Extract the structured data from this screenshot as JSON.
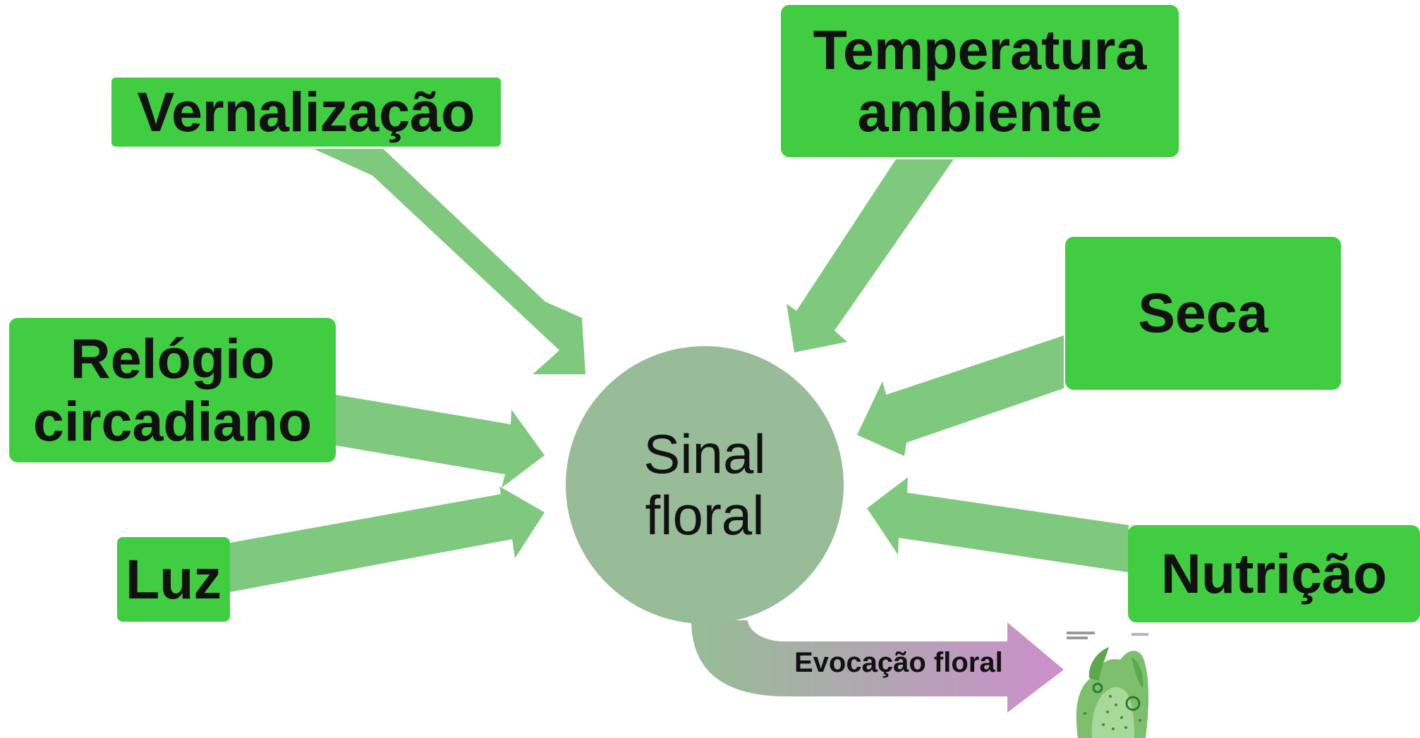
{
  "colors": {
    "box": "#41cd41",
    "arrow": "#7fc97f",
    "center": "#98bb98",
    "evocation_start": "#98bb98",
    "evocation_end": "#cc8fcc",
    "text": "#111111"
  },
  "factors": {
    "vernalizacao": "Vernalização",
    "temperatura": [
      "Temperatura",
      "ambiente"
    ],
    "relogio": [
      "Relógio",
      "circadiano"
    ],
    "seca": "Seca",
    "luz": "Luz",
    "nutricao": "Nutrição"
  },
  "center": {
    "lines": [
      "Sinal",
      "floral"
    ]
  },
  "evocation": {
    "label": "Evocação floral"
  },
  "meristem_icon": "shoot-apex-micrograph"
}
